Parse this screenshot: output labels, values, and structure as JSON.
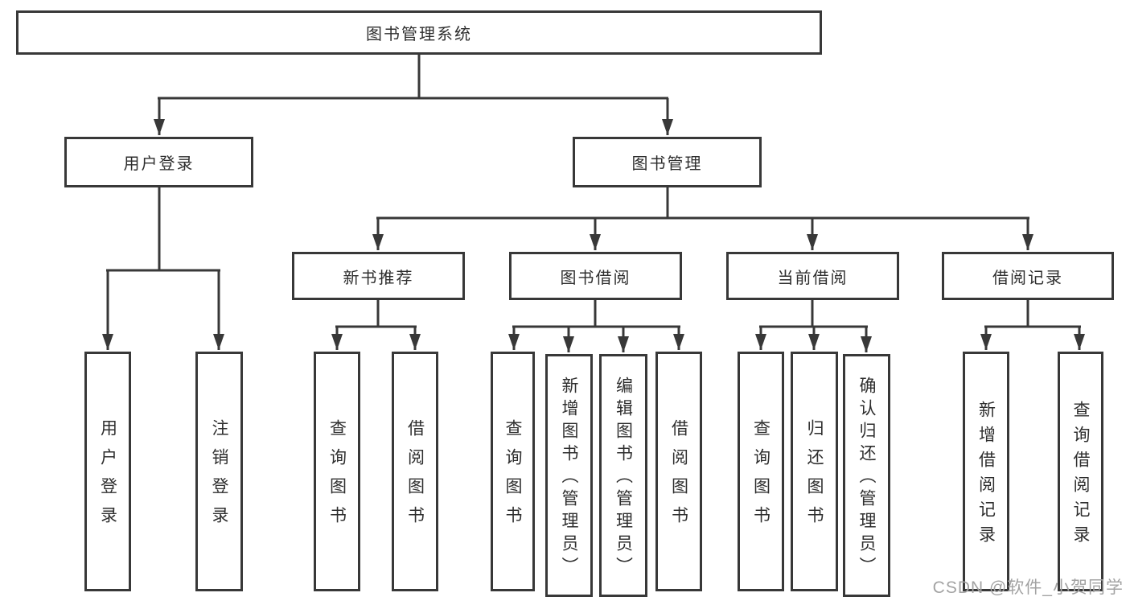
{
  "diagram": {
    "root": {
      "label": "图书管理系统"
    },
    "branches": [
      {
        "label": "用户登录",
        "children": [
          {
            "label": "用户登录"
          },
          {
            "label": "注销登录"
          }
        ]
      },
      {
        "label": "图书管理",
        "children": [
          {
            "label": "新书推荐",
            "children": [
              {
                "label": "查询图书"
              },
              {
                "label": "借阅图书"
              }
            ]
          },
          {
            "label": "图书借阅",
            "children": [
              {
                "label": "查询图书"
              },
              {
                "label": "新增图书（管理员）"
              },
              {
                "label": "编辑图书（管理员）"
              },
              {
                "label": "借阅图书"
              }
            ]
          },
          {
            "label": "当前借阅",
            "children": [
              {
                "label": "查询图书"
              },
              {
                "label": "归还图书"
              },
              {
                "label": "确认归还（管理员）"
              }
            ]
          },
          {
            "label": "借阅记录",
            "children": [
              {
                "label": "新增借阅记录"
              },
              {
                "label": "查询借阅记录"
              }
            ]
          }
        ]
      }
    ]
  },
  "watermark": {
    "text": "CSDN @软件_小贺同学"
  },
  "colors": {
    "line": "#383838",
    "text": "#2e2e2e",
    "watermark": "#a3a3a3"
  }
}
